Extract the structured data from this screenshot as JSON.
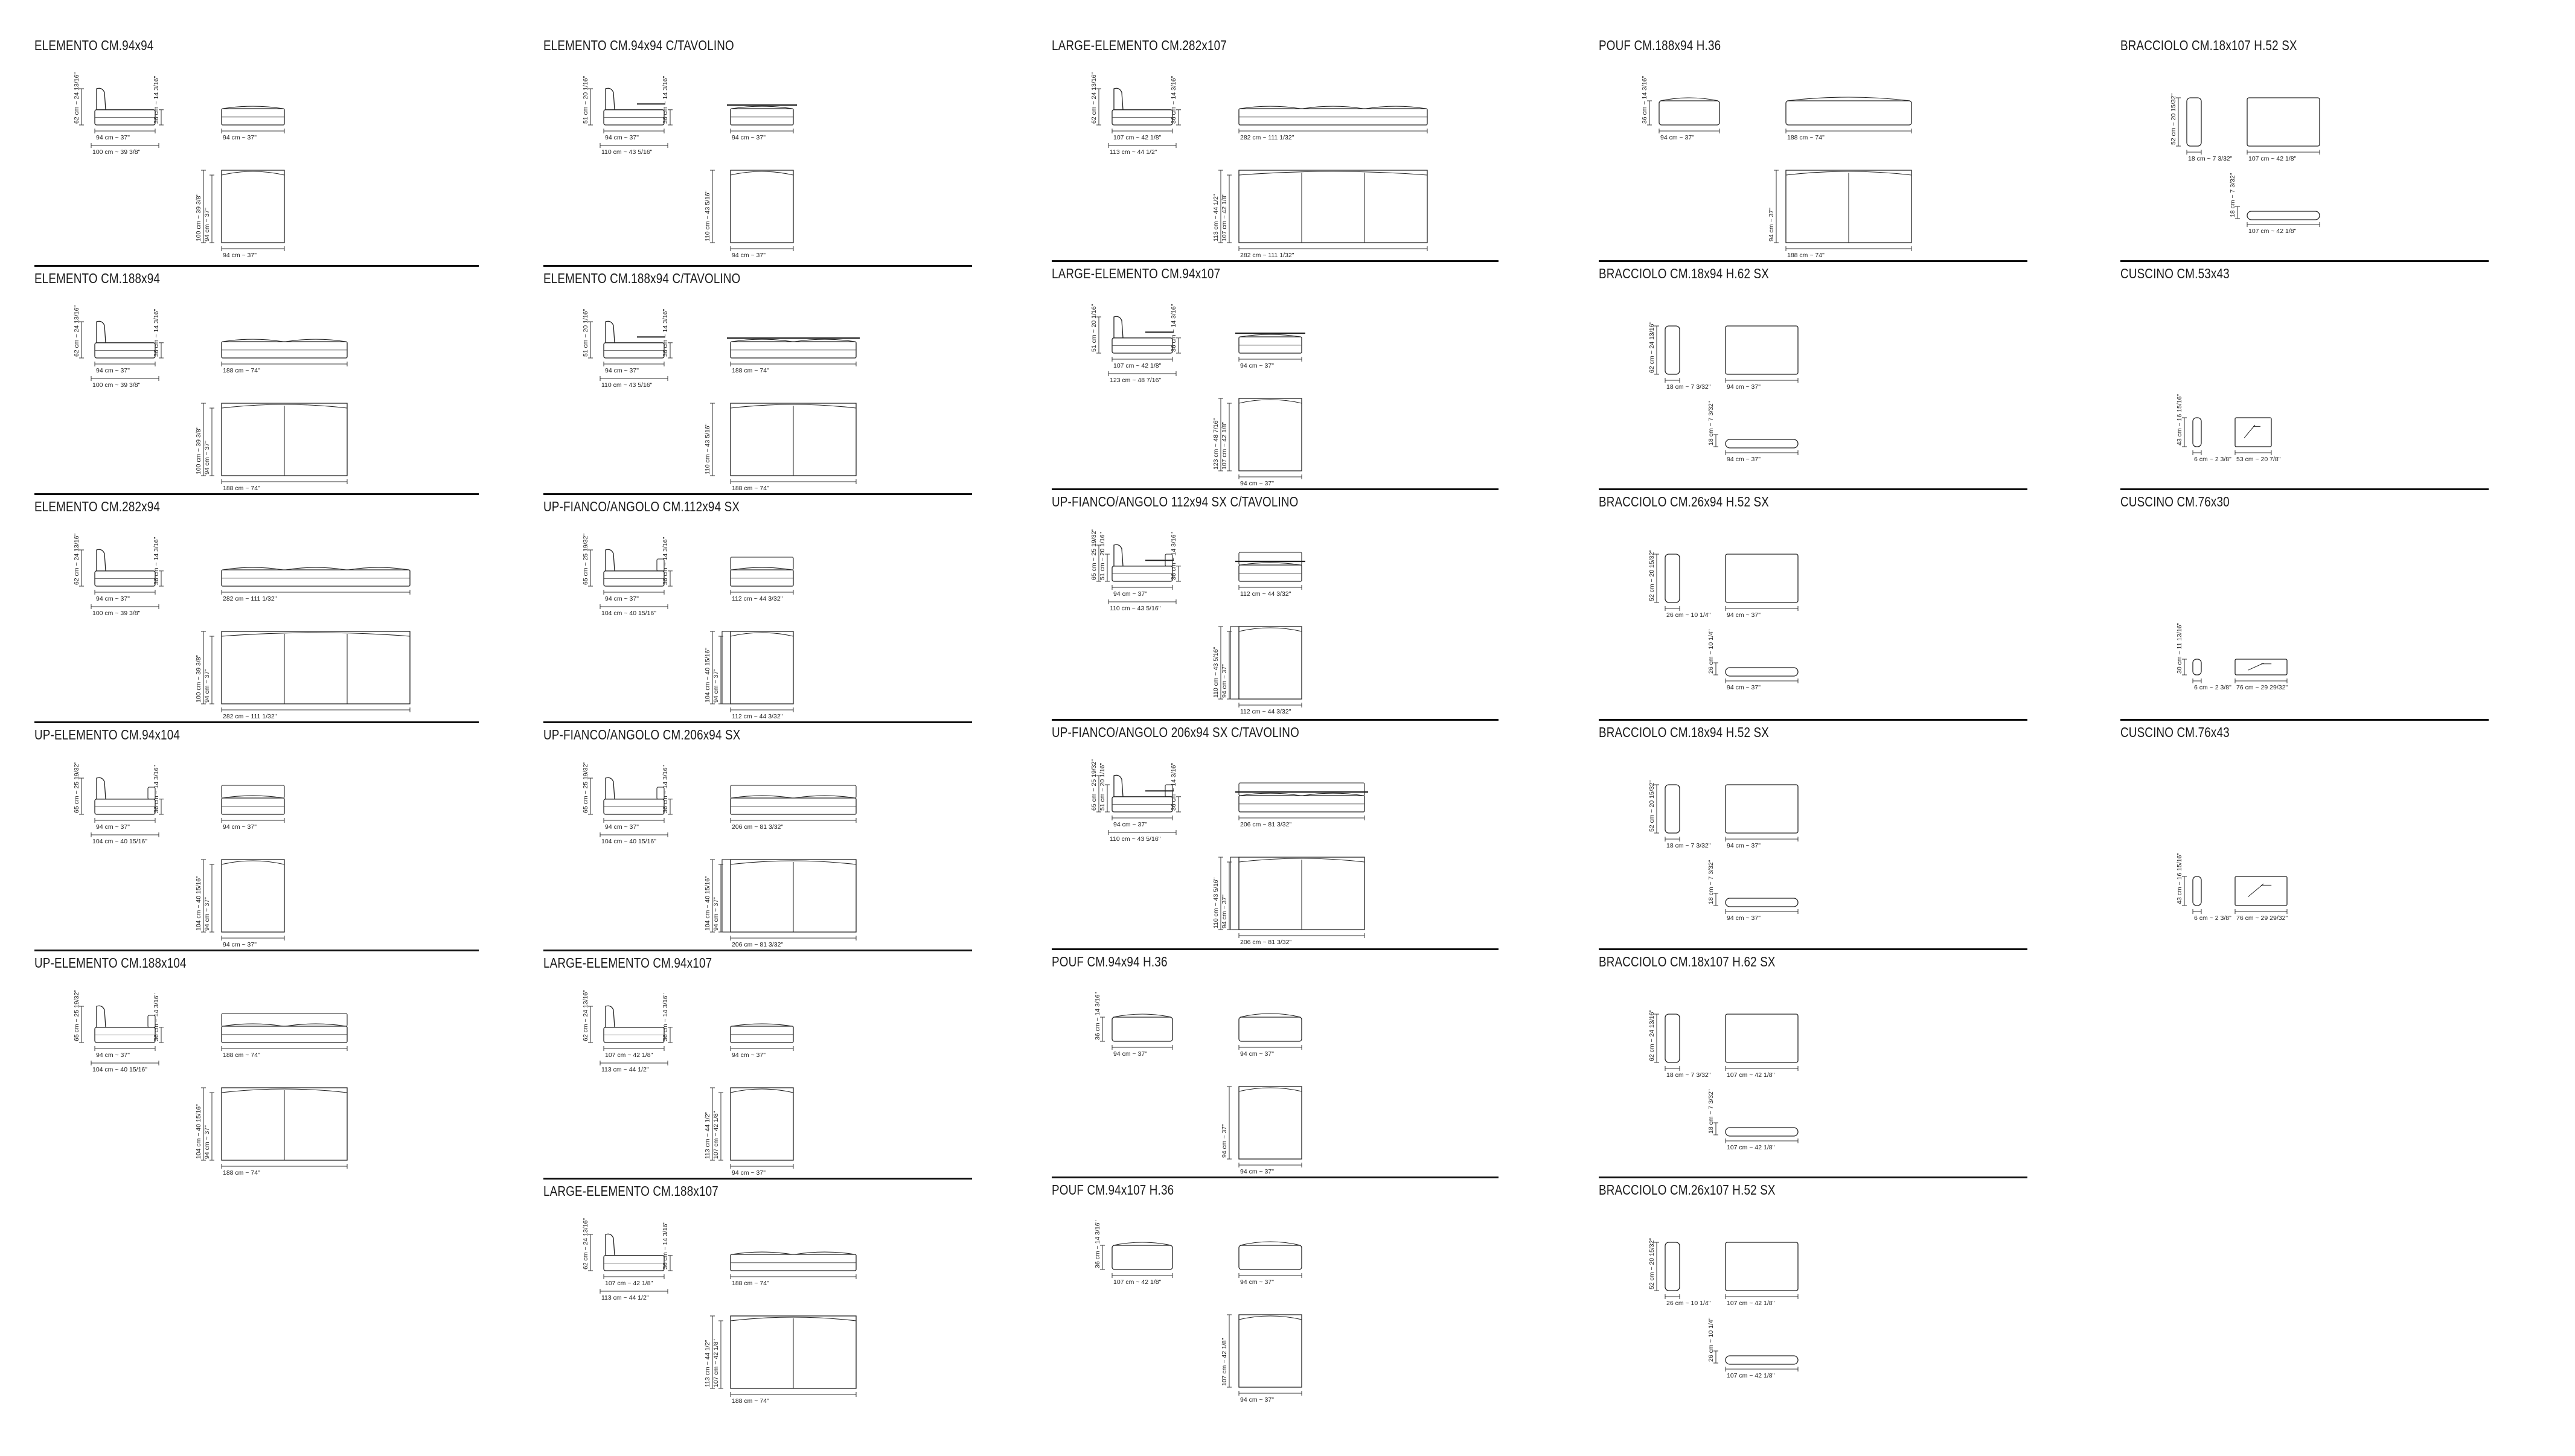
{
  "blocks": [
    {
      "id": "b-c0-0",
      "title": "ELEMENTO CM.94x94",
      "type": "sofa",
      "variant": "std",
      "seats": 1,
      "side": [
        "62 cm ~ 24 13/16\"",
        "36 cm ~ 14 3/16\""
      ],
      "front": [
        "94 cm ~ 37\""
      ],
      "side_w": [
        "94 cm ~ 37\"",
        "100 cm ~ 39 3/8\""
      ],
      "plan": [
        "100 cm ~ 39 3/8\"",
        "94 cm ~ 37\""
      ],
      "plan_w": [
        "94 cm ~ 37\""
      ]
    },
    {
      "id": "b-c0-1",
      "title": "ELEMENTO CM.188x94",
      "type": "sofa",
      "variant": "std",
      "seats": 2,
      "side": [
        "62 cm ~ 24 13/16\"",
        "36 cm ~ 14 3/16\""
      ],
      "front": [
        "188 cm ~ 74\""
      ],
      "side_w": [
        "94 cm ~ 37\"",
        "100 cm ~ 39 3/8\""
      ],
      "plan": [
        "100 cm ~ 39 3/8\"",
        "94 cm ~ 37\""
      ],
      "plan_w": [
        "188 cm ~ 74\""
      ]
    },
    {
      "id": "b-c0-2",
      "title": "ELEMENTO CM.282x94",
      "type": "sofa",
      "variant": "std",
      "seats": 3,
      "side": [
        "62 cm ~ 24 13/16\"",
        "36 cm ~ 14 3/16\""
      ],
      "front": [
        "282 cm ~ 111 1/32\""
      ],
      "side_w": [
        "94 cm ~ 37\"",
        "100 cm ~ 39 3/8\""
      ],
      "plan": [
        "100 cm ~ 39 3/8\"",
        "94 cm ~ 37\""
      ],
      "plan_w": [
        "282 cm ~ 111 1/32\""
      ]
    },
    {
      "id": "b-c0-3",
      "title": "UP-ELEMENTO CM.94x104",
      "type": "sofa",
      "variant": "up",
      "seats": 1,
      "side": [
        "65 cm ~ 25 19/32\"",
        "36 cm ~ 14 3/16\""
      ],
      "front": [
        "94 cm ~ 37\""
      ],
      "side_w": [
        "94 cm ~ 37\"",
        "104 cm ~ 40 15/16\""
      ],
      "plan": [
        "104 cm ~ 40 15/16\"",
        "94 cm ~ 37\""
      ],
      "plan_w": [
        "94 cm ~ 37\""
      ]
    },
    {
      "id": "b-c0-4",
      "title": "UP-ELEMENTO CM.188x104",
      "type": "sofa",
      "variant": "up",
      "seats": 2,
      "side": [
        "65 cm ~ 25 19/32\"",
        "36 cm ~ 14 3/16\""
      ],
      "front": [
        "188 cm ~ 74\""
      ],
      "side_w": [
        "94 cm ~ 37\"",
        "104 cm ~ 40 15/16\""
      ],
      "plan": [
        "104 cm ~ 40 15/16\"",
        "94 cm ~ 37\""
      ],
      "plan_w": [
        "188 cm ~ 74\""
      ]
    },
    {
      "id": "b-c1-0",
      "title": "ELEMENTO CM.94x94 C/TAVOLINO",
      "type": "sofa",
      "variant": "table",
      "seats": 1,
      "side": [
        "51 cm ~ 20 1/16\"",
        "36 cm ~ 14 3/16\""
      ],
      "front": [
        "94 cm ~ 37\""
      ],
      "side_w": [
        "94 cm ~ 37\"",
        "110 cm ~ 43 5/16\""
      ],
      "plan": [
        "110 cm ~ 43 5/16\""
      ],
      "plan_w": [
        "94 cm ~ 37\""
      ]
    },
    {
      "id": "b-c1-1",
      "title": "ELEMENTO CM.188x94 C/TAVOLINO",
      "type": "sofa",
      "variant": "table",
      "seats": 2,
      "side": [
        "51 cm ~ 20 1/16\"",
        "36 cm ~ 14 3/16\""
      ],
      "front": [
        "188 cm ~ 74\""
      ],
      "side_w": [
        "94 cm ~ 37\"",
        "110 cm ~ 43 5/16\""
      ],
      "plan": [
        "110 cm ~ 43 5/16\""
      ],
      "plan_w": [
        "188 cm ~ 74\""
      ]
    },
    {
      "id": "b-c1-2",
      "title": "UP-FIANCO/ANGOLO CM.112x94 SX",
      "type": "sofa",
      "variant": "angolo",
      "seats": 1,
      "side": [
        "65 cm ~ 25 19/32\"",
        "36 cm ~ 14 3/16\""
      ],
      "front": [
        "112 cm ~ 44 3/32\""
      ],
      "side_w": [
        "94 cm ~ 37\"",
        "104 cm ~ 40 15/16\""
      ],
      "plan": [
        "104 cm ~ 40 15/16\"",
        "94 cm ~ 37\""
      ],
      "plan_w": [
        "112 cm ~ 44 3/32\""
      ]
    },
    {
      "id": "b-c1-3",
      "title": "UP-FIANCO/ANGOLO CM.206x94 SX",
      "type": "sofa",
      "variant": "angolo",
      "seats": 2,
      "side": [
        "65 cm ~ 25 19/32\"",
        "36 cm ~ 14 3/16\""
      ],
      "front": [
        "206 cm ~ 81 3/32\""
      ],
      "side_w": [
        "94 cm ~ 37\"",
        "104 cm ~ 40 15/16\""
      ],
      "plan": [
        "104 cm ~ 40 15/16\"",
        "94 cm ~ 37\""
      ],
      "plan_w": [
        "206 cm ~ 81 3/32\""
      ]
    },
    {
      "id": "b-c1-4",
      "title": "LARGE-ELEMENTO CM.94x107",
      "type": "sofa",
      "variant": "std",
      "seats": 1,
      "side": [
        "62 cm ~ 24 13/16\"",
        "36 cm ~ 14 3/16\""
      ],
      "front": [
        "94 cm ~ 37\""
      ],
      "side_w": [
        "107 cm ~ 42 1/8\"",
        "113 cm ~ 44 1/2\""
      ],
      "plan": [
        "113 cm ~ 44 1/2\"",
        "107 cm ~ 42 1/8\""
      ],
      "plan_w": [
        "94 cm ~ 37\""
      ]
    },
    {
      "id": "b-c1-5",
      "title": "LARGE-ELEMENTO CM.188x107",
      "type": "sofa",
      "variant": "std",
      "seats": 2,
      "side": [
        "62 cm ~ 24 13/16\"",
        "36 cm ~ 14 3/16\""
      ],
      "front": [
        "188 cm ~ 74\""
      ],
      "side_w": [
        "107 cm ~ 42 1/8\"",
        "113 cm ~ 44 1/2\""
      ],
      "plan": [
        "113 cm ~ 44 1/2\"",
        "107 cm ~ 42 1/8\""
      ],
      "plan_w": [
        "188 cm ~ 74\""
      ]
    },
    {
      "id": "b-c2-0",
      "title": "LARGE-ELEMENTO CM.282x107",
      "type": "sofa",
      "variant": "std",
      "seats": 3,
      "side": [
        "62 cm ~ 24 13/16\"",
        "36 cm ~ 14 3/16\""
      ],
      "front": [
        "282 cm ~ 111 1/32\""
      ],
      "side_w": [
        "107 cm ~ 42 1/8\"",
        "113 cm ~ 44 1/2\""
      ],
      "plan": [
        "113 cm ~ 44 1/2\"",
        "107 cm ~ 42 1/8\""
      ],
      "plan_w": [
        "282 cm ~ 111 1/32\""
      ]
    },
    {
      "id": "b-c2-1",
      "title": "LARGE-ELEMENTO CM.94x107",
      "type": "sofa",
      "variant": "table",
      "seats": 1,
      "side": [
        "51 cm ~ 20 1/16\"",
        "36 cm ~ 14 3/16\""
      ],
      "front": [
        "94 cm ~ 37\""
      ],
      "side_w": [
        "107 cm ~ 42 1/8\"",
        "123 cm ~ 48 7/16\""
      ],
      "plan": [
        "123 cm ~ 48 7/16\"",
        "107 cm ~ 42 1/8\""
      ],
      "plan_w": [
        "94 cm ~ 37\""
      ]
    },
    {
      "id": "b-c2-2",
      "title": "UP-FIANCO/ANGOLO 112x94 SX C/TAVOLINO",
      "type": "sofa",
      "variant": "angolo-table",
      "seats": 1,
      "side": [
        "65 cm ~ 25 19/32\"",
        "51 cm ~ 20 1/16\"",
        "36 cm ~ 14 3/16\""
      ],
      "front": [
        "112 cm ~ 44 3/32\""
      ],
      "side_w": [
        "94 cm ~ 37\"",
        "110 cm ~ 43 5/16\""
      ],
      "plan": [
        "110 cm ~ 43 5/16\"",
        "94 cm ~ 37\""
      ],
      "plan_w": [
        "112 cm ~ 44 3/32\""
      ]
    },
    {
      "id": "b-c2-3",
      "title": "UP-FIANCO/ANGOLO 206x94 SX C/TAVOLINO",
      "type": "sofa",
      "variant": "angolo-table",
      "seats": 2,
      "side": [
        "65 cm ~ 25 19/32\"",
        "51 cm ~ 20 1/16\"",
        "36 cm ~ 14 3/16\""
      ],
      "front": [
        "206 cm ~ 81 3/32\""
      ],
      "side_w": [
        "94 cm ~ 37\"",
        "110 cm ~ 43 5/16\""
      ],
      "plan": [
        "110 cm ~ 43 5/16\"",
        "94 cm ~ 37\""
      ],
      "plan_w": [
        "206 cm ~ 81 3/32\""
      ]
    },
    {
      "id": "b-c2-4",
      "title": "POUF CM.94x94 H.36",
      "type": "pouf",
      "variant": "std",
      "seats": 1,
      "side": [
        "36 cm ~ 14 3/16\""
      ],
      "front": [
        "94 cm ~ 37\""
      ],
      "side_w": [
        "94 cm ~ 37\""
      ],
      "plan": [
        "94 cm ~ 37\""
      ],
      "plan_w": [
        "94 cm ~ 37\""
      ]
    },
    {
      "id": "b-c2-5",
      "title": "POUF CM.94x107 H.36",
      "type": "pouf",
      "variant": "std",
      "seats": 1,
      "side": [
        "36 cm ~ 14 3/16\""
      ],
      "front": [
        "94 cm ~ 37\""
      ],
      "side_w": [
        "107 cm ~ 42 1/8\""
      ],
      "plan": [
        "107 cm ~ 42 1/8\""
      ],
      "plan_w": [
        "94 cm ~ 37\""
      ]
    },
    {
      "id": "b-c3-0",
      "title": "POUF CM.188x94 H.36",
      "type": "pouf",
      "variant": "std",
      "seats": 2,
      "side": [
        "36 cm ~ 14 3/16\""
      ],
      "front": [
        "188 cm ~ 74\""
      ],
      "side_w": [
        "94 cm ~ 37\""
      ],
      "plan": [
        "94 cm ~ 37\""
      ],
      "plan_w": [
        "188 cm ~ 74\""
      ]
    },
    {
      "id": "b-c3-1",
      "title": "BRACCIOLO CM.18x94 H.62 SX",
      "type": "arm",
      "variant": "std",
      "side": [
        "62 cm ~ 24 13/16\""
      ],
      "side_w": [
        "18 cm ~ 7 3/32\""
      ],
      "front": [
        "94 cm ~ 37\""
      ],
      "plan": [
        "18 cm ~ 7 3/32\""
      ],
      "plan_w": [
        "94 cm ~ 37\""
      ]
    },
    {
      "id": "b-c3-2",
      "title": "BRACCIOLO CM.26x94 H.52 SX",
      "type": "arm",
      "variant": "std",
      "side": [
        "52 cm ~ 20 15/32\""
      ],
      "side_w": [
        "26 cm ~ 10 1/4\""
      ],
      "front": [
        "94 cm ~ 37\""
      ],
      "plan": [
        "26 cm ~ 10 1/4\""
      ],
      "plan_w": [
        "94 cm ~ 37\""
      ]
    },
    {
      "id": "b-c3-3",
      "title": "BRACCIOLO CM.18x94 H.52 SX",
      "type": "arm",
      "variant": "std",
      "side": [
        "52 cm ~ 20 15/32\""
      ],
      "side_w": [
        "18 cm ~ 7 3/32\""
      ],
      "front": [
        "94 cm ~ 37\""
      ],
      "plan": [
        "18 cm ~ 7 3/32\""
      ],
      "plan_w": [
        "94 cm ~ 37\""
      ]
    },
    {
      "id": "b-c3-4",
      "title": "BRACCIOLO CM.18x107 H.62 SX",
      "type": "arm",
      "variant": "std",
      "side": [
        "62 cm ~ 24 13/16\""
      ],
      "side_w": [
        "18 cm ~ 7 3/32\""
      ],
      "front": [
        "107 cm ~ 42 1/8\""
      ],
      "plan": [
        "18 cm ~ 7 3/32\""
      ],
      "plan_w": [
        "107 cm ~ 42 1/8\""
      ]
    },
    {
      "id": "b-c3-5",
      "title": "BRACCIOLO CM.26x107 H.52 SX",
      "type": "arm",
      "variant": "std",
      "side": [
        "52 cm ~ 20 15/32\""
      ],
      "side_w": [
        "26 cm ~ 10 1/4\""
      ],
      "front": [
        "107 cm ~ 42 1/8\""
      ],
      "plan": [
        "26 cm ~ 10 1/4\""
      ],
      "plan_w": [
        "107 cm ~ 42 1/8\""
      ]
    },
    {
      "id": "b-c4-0",
      "title": "BRACCIOLO CM.18x107 H.52 SX",
      "type": "arm",
      "variant": "std",
      "side": [
        "52 cm ~ 20 15/32\""
      ],
      "side_w": [
        "18 cm ~ 7 3/32\""
      ],
      "front": [
        "107 cm ~ 42 1/8\""
      ],
      "plan": [
        "18 cm ~ 7 3/32\""
      ],
      "plan_w": [
        "107 cm ~ 42 1/8\""
      ]
    },
    {
      "id": "b-c4-1",
      "title": "CUSCINO CM.53x43",
      "type": "cushion",
      "variant": "std",
      "side": [
        "43 cm ~ 16 15/16\""
      ],
      "side_w": [
        "6 cm ~ 2 3/8\""
      ],
      "front": [
        "53 cm ~ 20 7/8\""
      ]
    },
    {
      "id": "b-c4-2",
      "title": "CUSCINO CM.76x30",
      "type": "cushion",
      "variant": "flat",
      "side": [
        "30 cm ~ 11 13/16\""
      ],
      "side_w": [
        "6 cm ~ 2 3/8\""
      ],
      "front": [
        "76 cm ~ 29 29/32\""
      ]
    },
    {
      "id": "b-c4-3",
      "title": "CUSCINO CM.76x43",
      "type": "cushion",
      "variant": "std",
      "side": [
        "43 cm ~ 16 15/16\""
      ],
      "side_w": [
        "6 cm ~ 2 3/8\""
      ],
      "front": [
        "76 cm ~ 29 29/32\""
      ]
    }
  ]
}
